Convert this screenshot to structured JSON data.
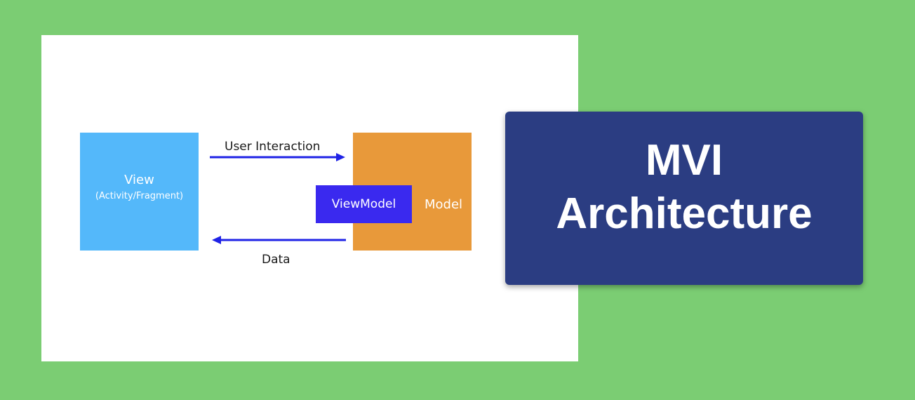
{
  "diagram": {
    "view": {
      "title": "View",
      "subtitle": "(Activity/Fragment)",
      "color": "#54b8fa"
    },
    "model": {
      "label": "Model",
      "color": "#e8993a"
    },
    "viewmodel": {
      "label": "ViewModel",
      "color": "#3a29ef"
    },
    "arrows": {
      "user_interaction": "User Interaction",
      "data": "Data",
      "color": "#1f23e6"
    }
  },
  "banner": {
    "line1": "MVI",
    "line2": "Architecture",
    "color": "#2b3d82"
  },
  "background_color": "#7bcd73"
}
